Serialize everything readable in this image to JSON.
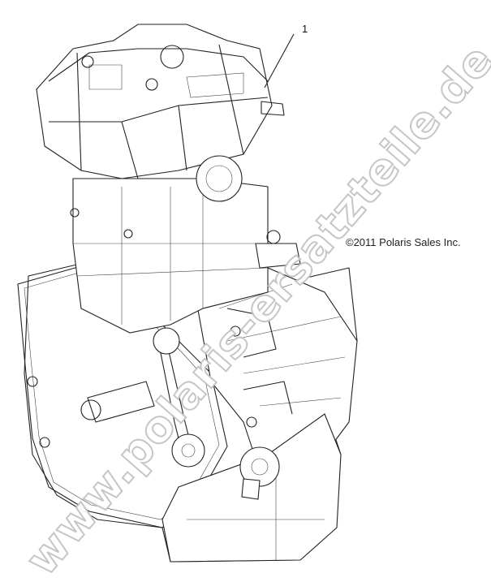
{
  "diagram": {
    "callouts": [
      {
        "label": "1"
      }
    ],
    "copyright": "©2011 Polaris Sales Inc.",
    "watermark": "www.polaris-ersatzteile.de",
    "colors": {
      "line": "#222222",
      "watermark": "#c4c4c4",
      "background": "#ffffff"
    }
  }
}
